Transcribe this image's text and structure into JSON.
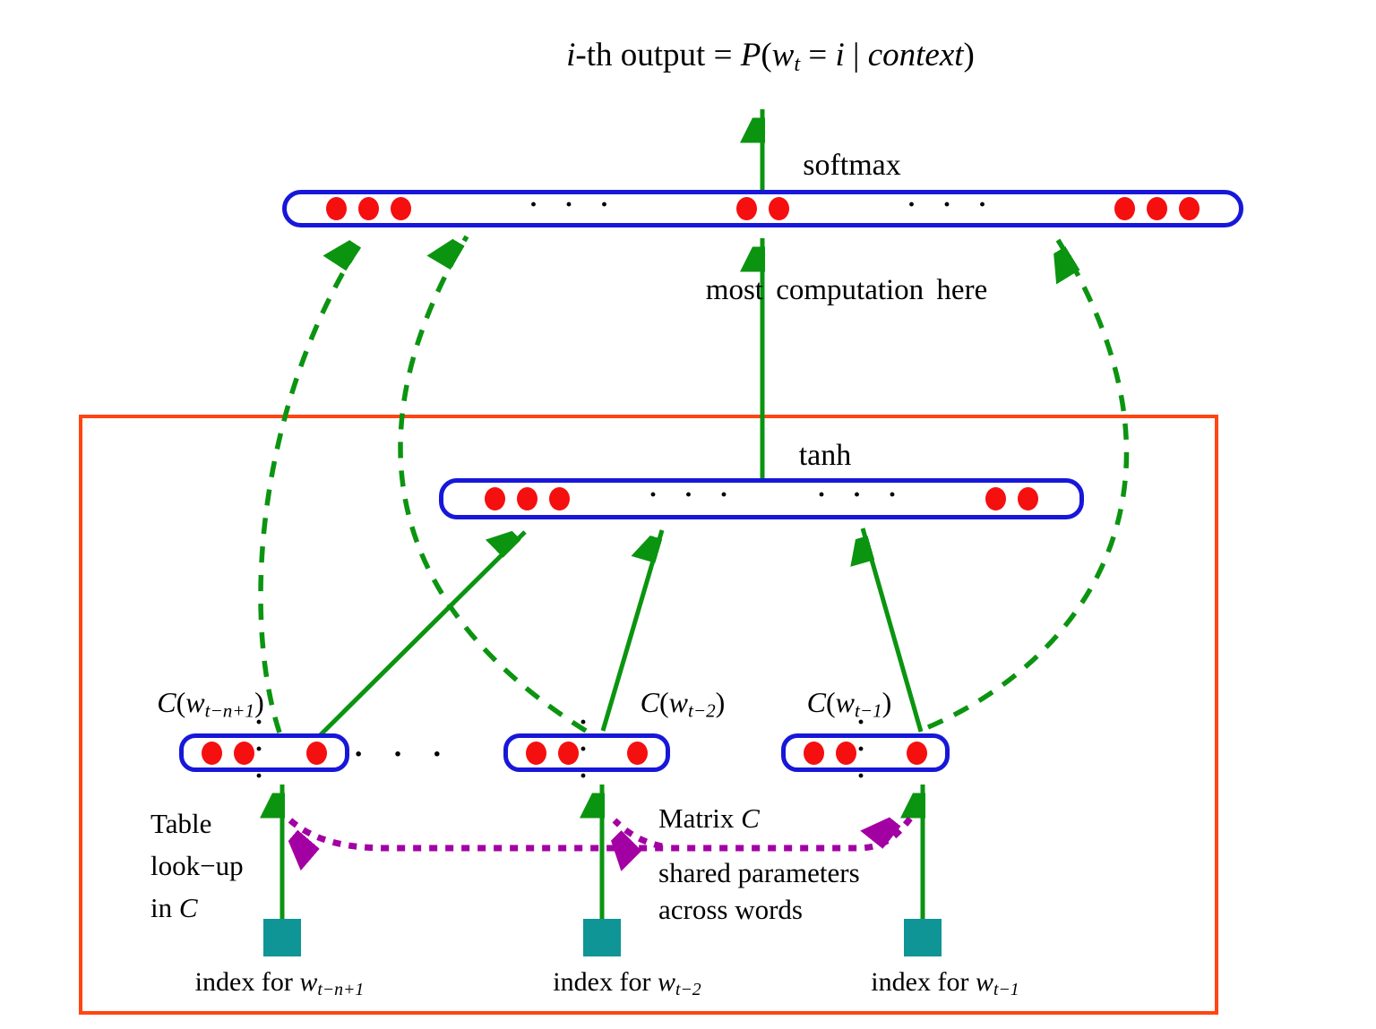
{
  "colors": {
    "green": "#0b9410",
    "blue": "#1717d9",
    "red": "#f50f0f",
    "teal": "#0f9595",
    "purple": "#a300a3",
    "orange": "#ff4512"
  },
  "title_rich": [
    {
      "t": "i",
      "s": "i"
    },
    {
      "t": "-th output = "
    },
    {
      "t": "P",
      "s": "i"
    },
    {
      "t": "("
    },
    {
      "t": "w",
      "s": "i"
    },
    {
      "t": "t",
      "s": "sub"
    },
    {
      "t": " = "
    },
    {
      "t": "i",
      "s": "i"
    },
    {
      "t": " | "
    },
    {
      "t": "context",
      "s": "i"
    },
    {
      "t": ")"
    }
  ],
  "layers": {
    "softmax": {
      "label": "softmax",
      "pattern": [
        3,
        "· · ·",
        2,
        "· · ·",
        3
      ]
    },
    "tanh": {
      "label": "tanh",
      "pattern": [
        3,
        "· · ·",
        "· · ·",
        2
      ]
    },
    "embed_1": {
      "pattern": [
        2,
        "· · ·",
        1
      ]
    },
    "embed_2": {
      "pattern": [
        2,
        "· · ·",
        1
      ]
    },
    "embed_3": {
      "pattern": [
        2,
        "· · ·",
        1
      ]
    }
  },
  "embed_labels": {
    "e1": [
      {
        "t": "C",
        "s": "i"
      },
      {
        "t": "("
      },
      {
        "t": "w",
        "s": "i"
      },
      {
        "t": "t−n+1",
        "s": "sub"
      },
      {
        "t": ")"
      }
    ],
    "e2": [
      {
        "t": "C",
        "s": "i"
      },
      {
        "t": "("
      },
      {
        "t": "w",
        "s": "i"
      },
      {
        "t": "t−2",
        "s": "sub"
      },
      {
        "t": ")"
      }
    ],
    "e3": [
      {
        "t": "C",
        "s": "i"
      },
      {
        "t": "("
      },
      {
        "t": "w",
        "s": "i"
      },
      {
        "t": "t−1",
        "s": "sub"
      },
      {
        "t": ")"
      }
    ]
  },
  "between_embed_ellipsis": "· · ·",
  "annotations": {
    "most_computation": "most computation here",
    "table_lookup_line1": "Table",
    "table_lookup_line2": "look−up",
    "table_lookup_line3": [
      {
        "t": "in "
      },
      {
        "t": "C",
        "s": "i"
      }
    ],
    "matrix_c": [
      {
        "t": "Matrix "
      },
      {
        "t": "C",
        "s": "i"
      }
    ],
    "shared_line1": "shared parameters",
    "shared_line2": "across words"
  },
  "index_labels": {
    "i1": [
      {
        "t": "index for "
      },
      {
        "t": "w",
        "s": "i"
      },
      {
        "t": "t−n+1",
        "s": "sub"
      }
    ],
    "i2": [
      {
        "t": "index for "
      },
      {
        "t": "w",
        "s": "i"
      },
      {
        "t": "t−2",
        "s": "sub"
      }
    ],
    "i3": [
      {
        "t": "index for "
      },
      {
        "t": "w",
        "s": "i"
      },
      {
        "t": "t−1",
        "s": "sub"
      }
    ]
  }
}
